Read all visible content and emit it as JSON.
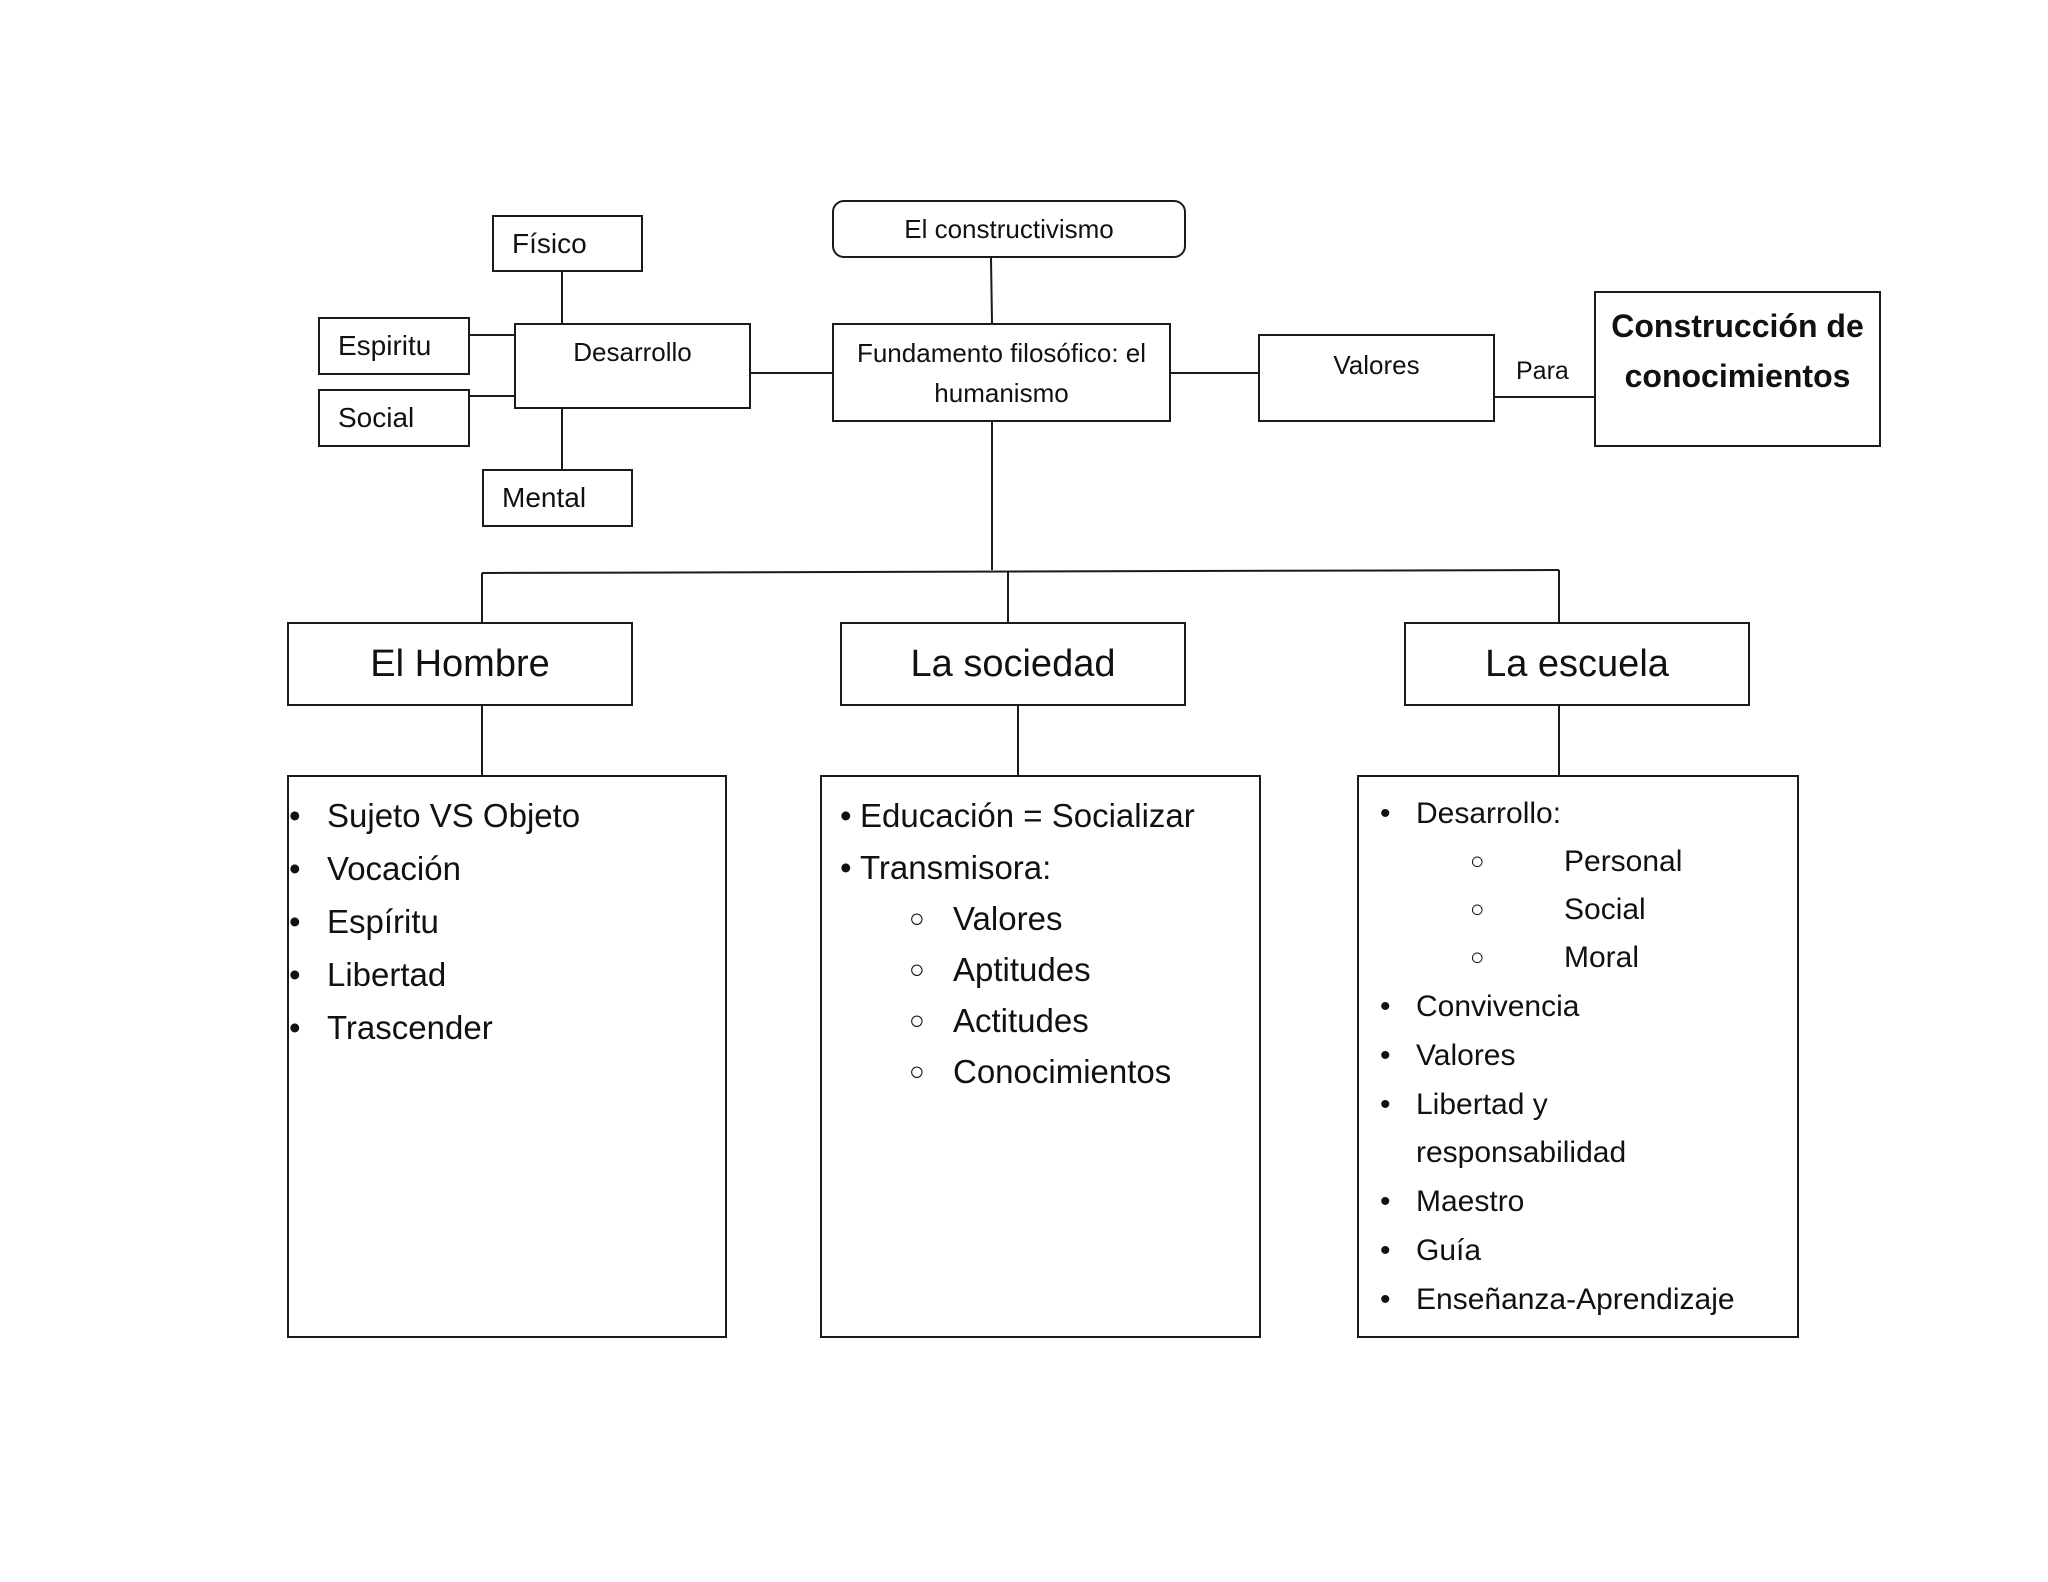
{
  "top": {
    "constructivismo": "El constructivismo",
    "fundamento": "Fundamento filosófico: el humanismo",
    "desarrollo": "Desarrollo",
    "fisico": "Físico",
    "espiritu": "Espiritu",
    "social": "Social",
    "mental": "Mental",
    "valores": "Valores",
    "para": "Para",
    "construccion": "Construcción de conocimientos"
  },
  "branches": {
    "hombre": {
      "title": "El Hombre",
      "items": [
        "Sujeto VS Objeto",
        "Vocación",
        "Espíritu",
        "Libertad",
        "Trascender"
      ]
    },
    "sociedad": {
      "title": "La sociedad",
      "items": [
        "Educación = Socializar",
        "Transmisora:"
      ],
      "subitems": [
        "Valores",
        "Aptitudes",
        "Actitudes",
        "Conocimientos"
      ]
    },
    "escuela": {
      "title": "La escuela",
      "item_desarrollo": "Desarrollo:",
      "subitems": [
        "Personal",
        "Social",
        "Moral"
      ],
      "items": [
        "Convivencia",
        "Valores",
        "Libertad y responsabilidad",
        "Maestro",
        "Guía",
        "Enseñanza-Aprendizaje"
      ]
    }
  }
}
